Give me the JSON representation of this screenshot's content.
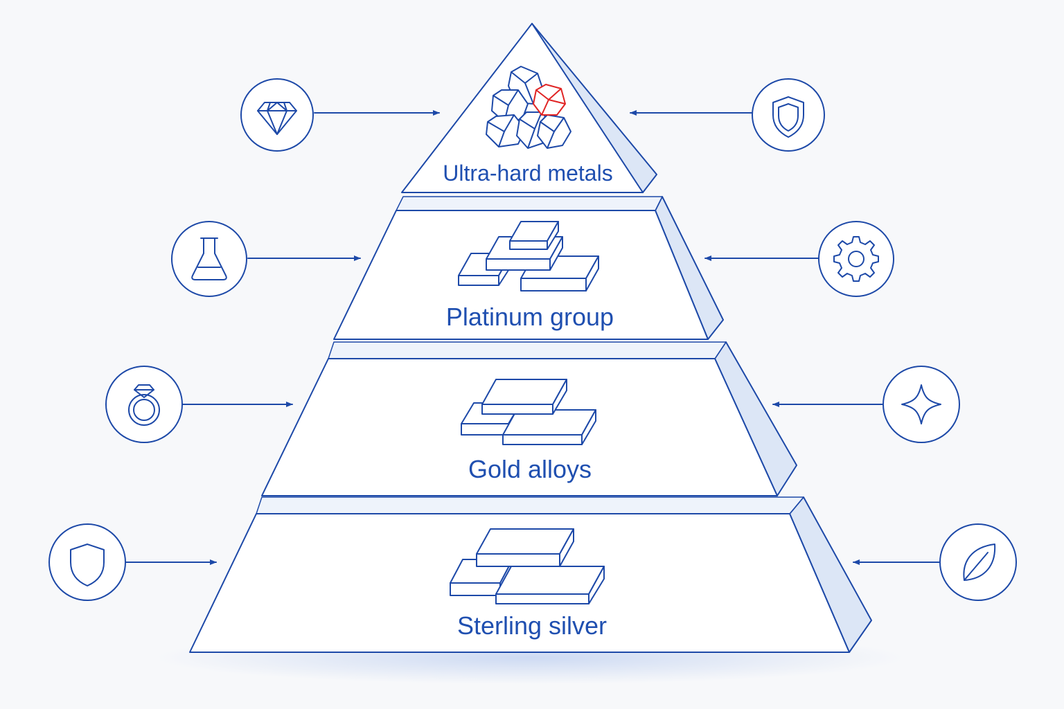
{
  "diagram": {
    "colors": {
      "stroke": "#1d49a8",
      "face": "#ffffff",
      "side": "#dce6f6",
      "text": "#1f4fb0",
      "accent": "#e02424",
      "background": "#f7f8fa"
    },
    "tiers": [
      {
        "label": "Ultra-hard metals",
        "visual": "crystal-cluster",
        "left_icon": "diamond-icon",
        "right_icon": "shield-icon"
      },
      {
        "label": "Platinum group",
        "visual": "platinum-bars",
        "left_icon": "flask-icon",
        "right_icon": "gear-icon"
      },
      {
        "label": "Gold alloys",
        "visual": "gold-bars",
        "left_icon": "ring-icon",
        "right_icon": "sparkle-icon"
      },
      {
        "label": "Sterling silver",
        "visual": "silver-bars",
        "left_icon": "shield-icon",
        "right_icon": "leaf-icon"
      }
    ]
  }
}
